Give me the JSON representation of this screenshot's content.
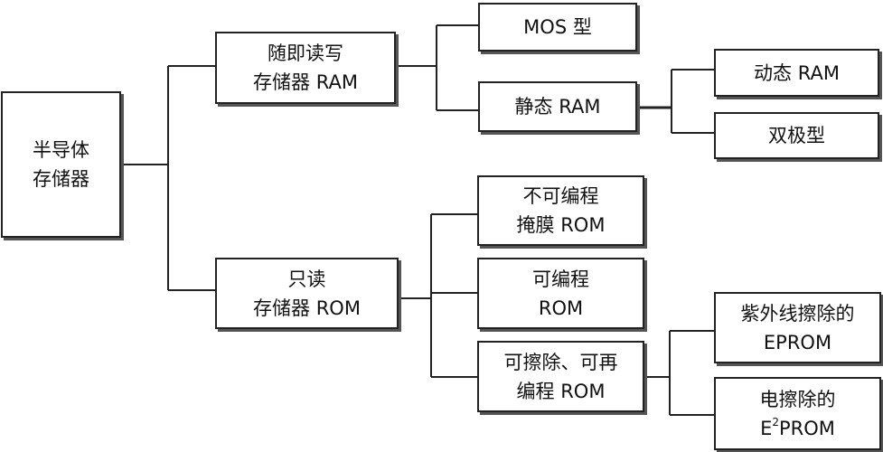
{
  "diagram": {
    "root": {
      "line1": "半导体",
      "line2": "存储器"
    },
    "ram": {
      "line1": "随即读写",
      "line2": "存储器  RAM"
    },
    "mos": {
      "line1": "MOS 型"
    },
    "static_ram": {
      "line1": "静态  RAM"
    },
    "dynamic_ram": {
      "line1": "动态  RAM"
    },
    "bipolar": {
      "line1": "双极型"
    },
    "rom": {
      "line1": "只读",
      "line2": "存储器  ROM"
    },
    "mask_rom": {
      "line1": "不可编程",
      "line2": "掩膜  ROM"
    },
    "prom": {
      "line1": "可编程",
      "line2": "ROM"
    },
    "erasable": {
      "line1": "可擦除、可再",
      "line2": "编程  ROM"
    },
    "eprom": {
      "line1": "紫外线擦除的",
      "line2": "EPROM"
    },
    "e2prom": {
      "line1": "电擦除的",
      "base": "E",
      "sup": "2",
      "rest": "PROM"
    }
  },
  "colors": {
    "line": "#222222",
    "border": "#222222",
    "shadow": "#555555"
  }
}
